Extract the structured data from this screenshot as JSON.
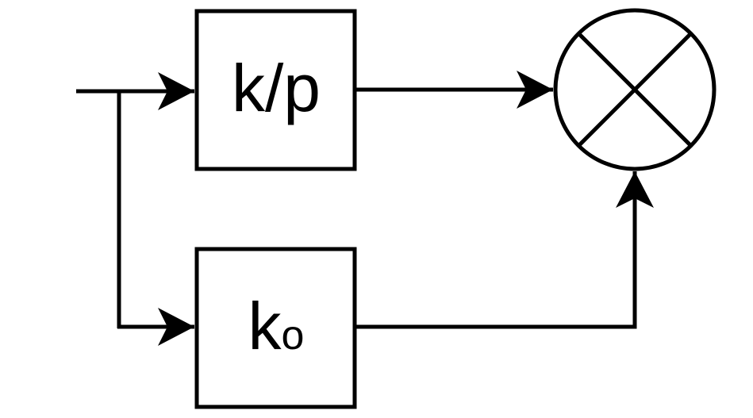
{
  "diagram": {
    "blocks": {
      "top": {
        "label": "k/p"
      },
      "bottom": {
        "label_main": "k",
        "label_sub": "o"
      }
    },
    "junction": {
      "kind": "multiplier",
      "symbol": "cross-in-circle"
    },
    "colors": {
      "stroke": "#000000",
      "background": "#ffffff"
    }
  }
}
